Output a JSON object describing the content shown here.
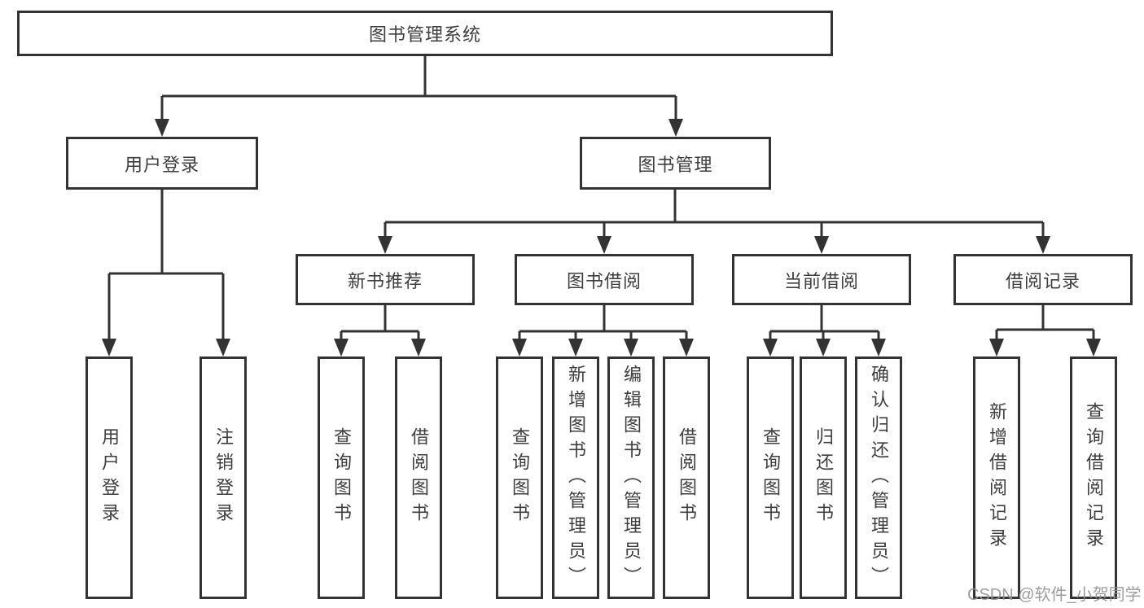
{
  "diagram": {
    "root": {
      "label": "图书管理系统"
    },
    "level2": [
      {
        "id": "user-login",
        "label": "用户登录"
      },
      {
        "id": "book-management",
        "label": "图书管理"
      }
    ],
    "level3": [
      {
        "id": "new-book-recommend",
        "label": "新书推荐"
      },
      {
        "id": "book-borrow",
        "label": "图书借阅"
      },
      {
        "id": "current-borrow",
        "label": "当前借阅"
      },
      {
        "id": "borrow-records",
        "label": "借阅记录"
      }
    ],
    "leaves": [
      {
        "parent": "用户登录",
        "items": [
          "用户登录",
          "注销登录"
        ]
      },
      {
        "parent": "新书推荐",
        "items": [
          "查询图书",
          "借阅图书"
        ]
      },
      {
        "parent": "图书借阅",
        "items": [
          "查询图书",
          "新增图书（管理员）",
          "编辑图书（管理员）",
          "借阅图书"
        ]
      },
      {
        "parent": "当前借阅",
        "items": [
          "查询图书",
          "归还图书",
          "确认归还（管理员）"
        ]
      },
      {
        "parent": "借阅记录",
        "items": [
          "新增借阅记录",
          "查询借阅记录"
        ]
      }
    ]
  },
  "watermark": {
    "text": "CSDN @软件_小贺同学"
  },
  "colors": {
    "line": "#333333",
    "text": "#3d3d3d",
    "watermark": "#949494",
    "background": "#ffffff"
  }
}
